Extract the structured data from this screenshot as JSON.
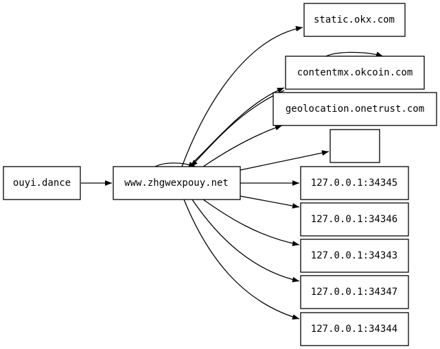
{
  "graph": {
    "nodes": {
      "ouyi": "ouyi.dance",
      "zhg": "www.zhgwexpouy.net",
      "static": "static.okx.com",
      "contentmx": "contentmx.okcoin.com",
      "geo": "geolocation.onetrust.com",
      "blank": "",
      "p34345": "127.0.0.1:34345",
      "p34346": "127.0.0.1:34346",
      "p34343": "127.0.0.1:34343",
      "p34347": "127.0.0.1:34347",
      "p34344": "127.0.0.1:34344"
    },
    "edges": [
      [
        "ouyi",
        "zhg"
      ],
      [
        "zhg",
        "zhg"
      ],
      [
        "zhg",
        "static"
      ],
      [
        "zhg",
        "contentmx"
      ],
      [
        "contentmx",
        "zhg"
      ],
      [
        "contentmx",
        "contentmx"
      ],
      [
        "zhg",
        "geo"
      ],
      [
        "zhg",
        "blank"
      ],
      [
        "zhg",
        "p34345"
      ],
      [
        "zhg",
        "p34346"
      ],
      [
        "zhg",
        "p34343"
      ],
      [
        "zhg",
        "p34347"
      ],
      [
        "zhg",
        "p34344"
      ]
    ]
  }
}
